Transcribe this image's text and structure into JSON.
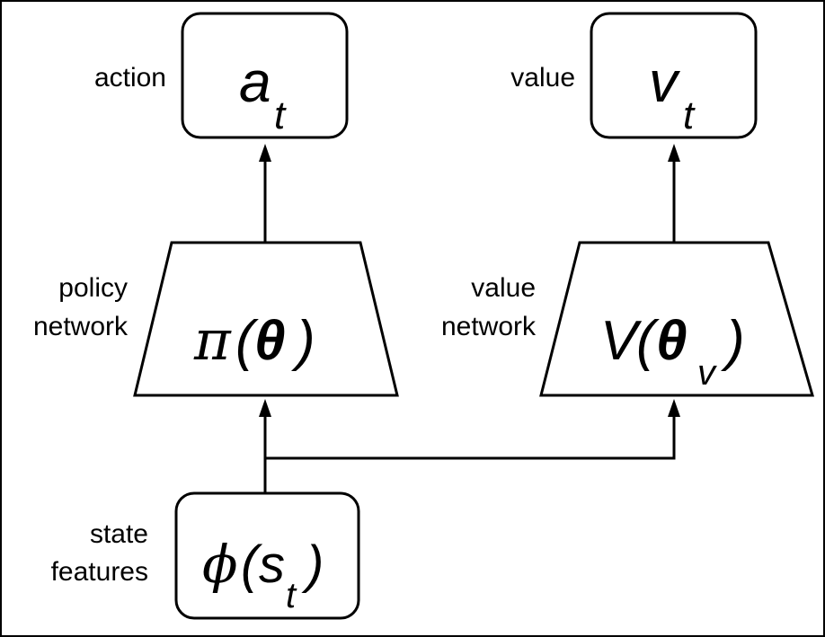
{
  "labels": {
    "action": "action",
    "value": "value",
    "policy_line1": "policy",
    "policy_line2": "network",
    "value_net_line1": "value",
    "value_net_line2": "network",
    "state_line1": "state",
    "state_line2": "features"
  },
  "nodes": {
    "action_box": {
      "symbol": "a",
      "subscript": "t"
    },
    "value_box": {
      "symbol": "v",
      "subscript": "t"
    },
    "policy_network": {
      "pi": "π",
      "open": "(",
      "theta": "θ",
      "close": ")"
    },
    "value_network": {
      "V": "V",
      "open": "(",
      "theta": "θ",
      "subscript": "v",
      "close": ")"
    },
    "state_box": {
      "phi": "ϕ",
      "open": "(",
      "s": "s",
      "subscript": "t",
      "close": ")"
    }
  }
}
